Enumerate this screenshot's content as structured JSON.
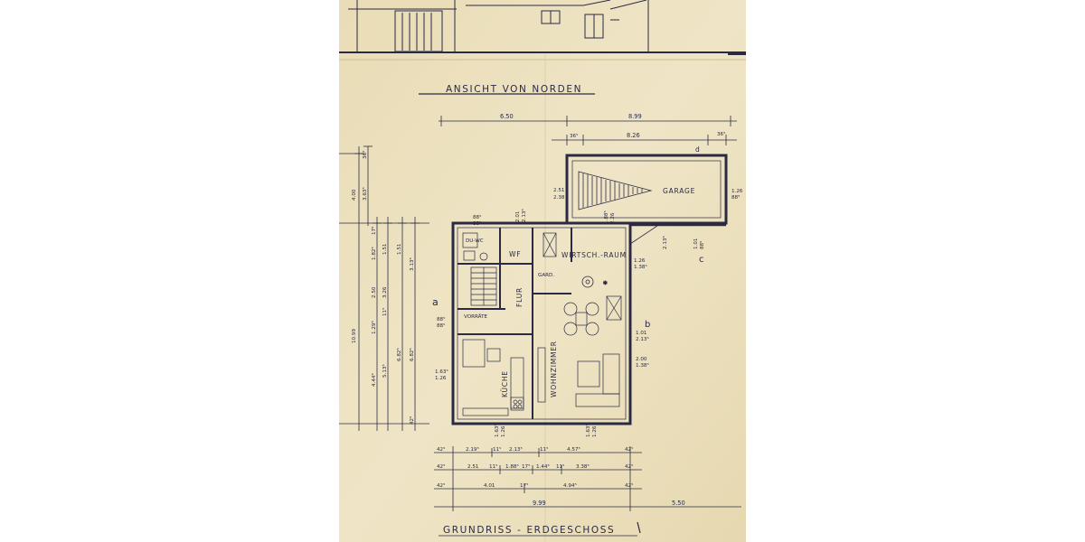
{
  "titles": {
    "elevation": "ANSICHT VON NORDEN",
    "floor_plan": "GRUNDRISS - ERDGESCHOSS"
  },
  "rooms": {
    "garage": "GARAGE",
    "wirtschaftsraum": "WIRTSCH.-RAUM",
    "wf": "WF",
    "dusche_wc": "DU-WC",
    "gard": "GARD.",
    "flur": "FLUR",
    "vorraete": "VORRÄTE",
    "kueche": "KÜCHE",
    "wohnzimmer": "WOHNZIMMER"
  },
  "section_marks": {
    "a": "a",
    "b": "b",
    "c": "c",
    "d": "d"
  },
  "dimensions": {
    "top_total_left": "6.50",
    "top_total_right": "8.99",
    "top_garage_inner": "8.26",
    "top_wall_left": "36⁵",
    "top_wall_right": "36⁵",
    "garage_height_1": "2.51",
    "garage_height_2": "2.38",
    "garage_right_1": "1.26",
    "garage_right_2": "88⁵",
    "entry_1": "88⁵",
    "entry_2": "88⁵",
    "door_1": "2.01",
    "door_2": "2.13⁵",
    "door_3": "1.88⁵",
    "door_4": "2.26",
    "garage_door_1": "1.01",
    "garage_door_2": "88⁵",
    "garage_door_3": "2.13⁵",
    "right_1": "1.26",
    "right_2": "1.38⁵",
    "right_3": "1.01",
    "right_4": "2.13⁵",
    "right_5": "2.00",
    "right_6": "1.38⁵",
    "left_1": "88⁵",
    "left_2": "88⁵",
    "left_3": "1.63⁵",
    "left_4": "1.26",
    "bottom_inner_1": "1.63⁵",
    "bottom_inner_2": "1.26",
    "bottom_inner_3": "1.63⁵",
    "bottom_inner_4": "1.26",
    "v_outer_top": "4.00",
    "v_outer_bottom": "10.99",
    "v_a1": "36⁵",
    "v_a2": "3.63⁵",
    "v_b1": "1.82⁵",
    "v_b2": "2.50",
    "v_b3": "1.29⁵",
    "v_b4": "4.44⁵",
    "v_c1": "1.51",
    "v_c2": "3.26",
    "v_c3": "5.13⁵",
    "v_d1": "1.51",
    "v_d2": "6.82⁵",
    "v_e1": "3.13⁵",
    "v_e2": "6.82⁵",
    "v_wall": "17⁵",
    "v_wall2": "11⁵",
    "v_wall3": "42⁵",
    "row1": [
      "42⁵",
      "2.19⁵",
      "11⁵",
      "2.13⁵",
      "11⁵",
      "4.57⁵",
      "42⁵"
    ],
    "row2": [
      "42⁵",
      "2.51",
      "11⁵",
      "1.88⁵",
      "17⁵",
      "1.44⁵",
      "11⁵",
      "3.38⁵",
      "42⁵"
    ],
    "row3": [
      "42⁵",
      "4.01",
      "17⁵",
      "4.94⁵",
      "42⁵"
    ],
    "total_width": "9.99",
    "garage_width": "5.50"
  },
  "colors": {
    "paper": "#ece1bf",
    "ink": "#2a2a44",
    "pencil": "#8e8a86"
  }
}
